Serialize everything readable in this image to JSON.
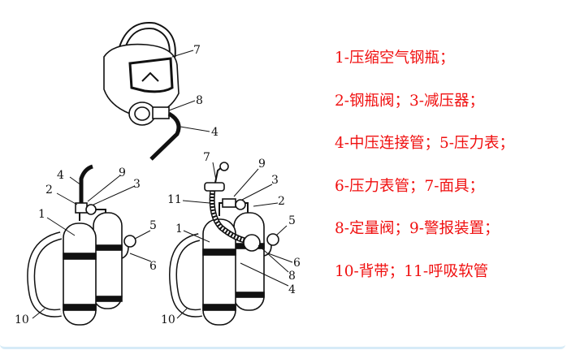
{
  "diagram": {
    "title": "空气呼吸器结构示意",
    "mask_labels": [
      "7",
      "8",
      "4"
    ],
    "left_unit_labels": [
      "4",
      "9",
      "3",
      "2",
      "1",
      "5",
      "6",
      "10"
    ],
    "right_unit_labels": [
      "7",
      "9",
      "3",
      "11",
      "2",
      "1",
      "5",
      "6",
      "8",
      "4",
      "10"
    ]
  },
  "legend": [
    "1-压缩空气钢瓶；",
    "2-钢瓶阀；3-减压器；",
    "4-中压连接管；5-压力表；",
    "6-压力表管；7-面具；",
    "8-定量阀；9-警报装置；",
    "10-背带；11-呼吸软管"
  ],
  "colors": {
    "legend_text": "#f01010",
    "line": "#111111",
    "border": "#d6ebf7"
  }
}
